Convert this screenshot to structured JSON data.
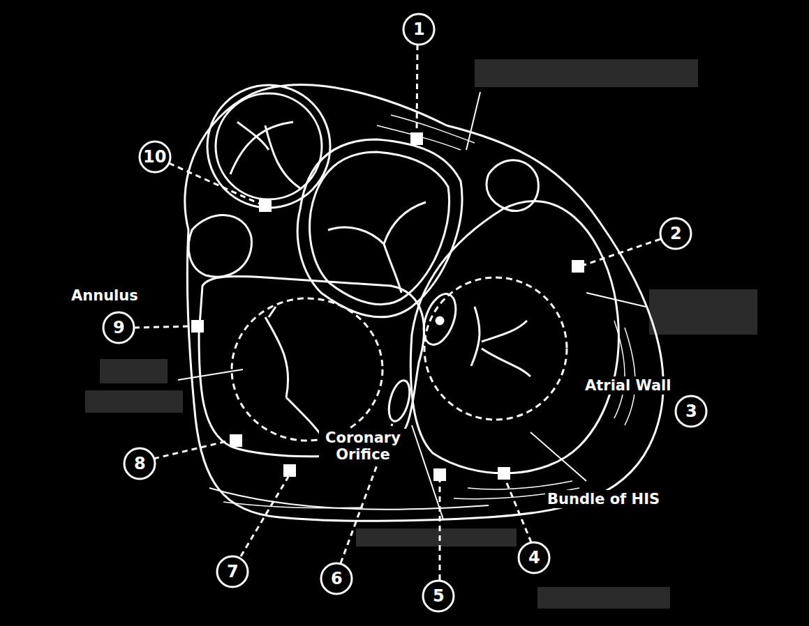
{
  "diagram": {
    "labels": [
      "1",
      "10",
      "2",
      "Annulus",
      "9",
      "Atrial Wall",
      "3",
      "8",
      "Coronary Orifice",
      "7",
      "6",
      "Bundle of HIS",
      "5",
      "4"
    ]
  }
}
